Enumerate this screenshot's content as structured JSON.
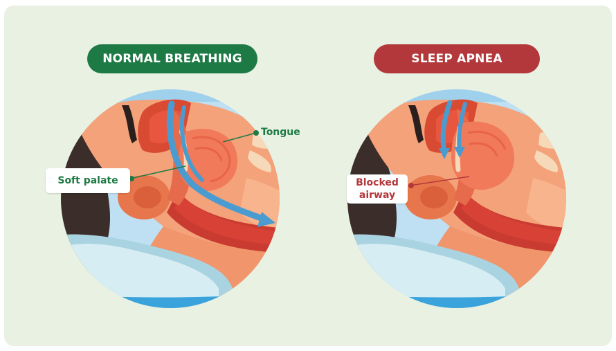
{
  "panels": {
    "normal": {
      "title": "NORMAL BREATHING",
      "color": "#1e7a45"
    },
    "apnea": {
      "title": "SLEEP APNEA",
      "color": "#b3383b"
    }
  },
  "labels": {
    "tongue": "Tongue",
    "soft_palate": "Soft palate",
    "blocked_line1": "Blocked",
    "blocked_line2": "airway"
  },
  "icons": {
    "airflow": "airflow-arrow-icon",
    "blocked_flow": "blocked-airflow-arrow-icon"
  },
  "colors": {
    "background": "#e9f1e3",
    "skin": "#f4a27a",
    "hair": "#3b2d2a",
    "tissue": "#e8563f",
    "airway": "#d84236",
    "airflow": "#4a9bd0",
    "pillow": "#cde8f0",
    "sky": "#bfe0f2"
  }
}
